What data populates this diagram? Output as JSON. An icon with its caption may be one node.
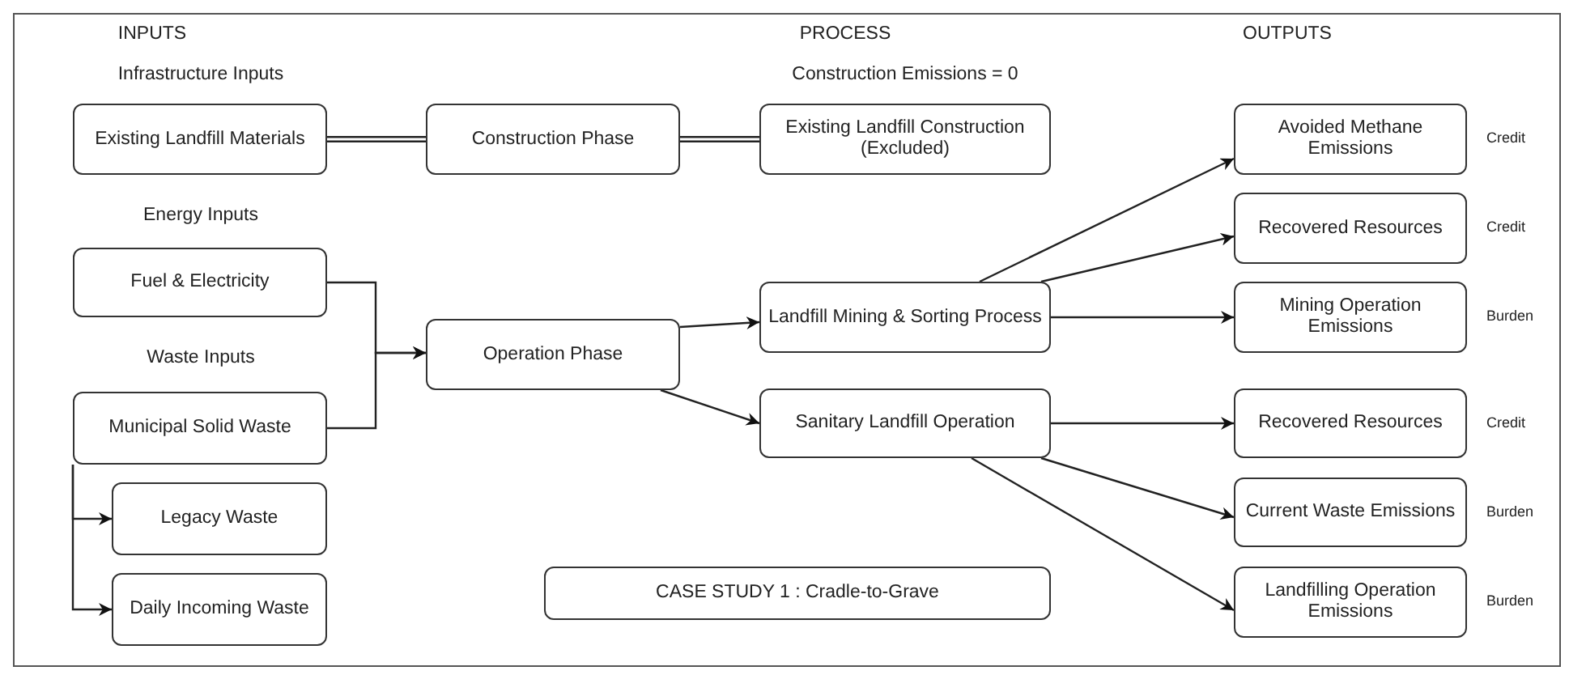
{
  "diagram": {
    "nodes": [
      {
        "text": [
          "Existing Landfill Materials"
        ]
      },
      {
        "text": [
          "Construction Phase"
        ]
      },
      {
        "text": [
          "Existing Landfill Construction (Excluded)"
        ]
      },
      {
        "text": [
          "Fuel & Electricity"
        ]
      },
      {
        "text": [
          "Operation Phase"
        ]
      },
      {
        "text": [
          "Landfill Mining & Sorting Process"
        ]
      },
      {
        "text": [
          "Municipal Solid Waste"
        ]
      },
      {
        "text": [
          "Sanitary Landfill Operation"
        ]
      },
      {
        "text": [
          "Legacy Waste"
        ]
      },
      {
        "text": [
          "Daily Incoming Waste"
        ]
      },
      {
        "text": [
          "CASE STUDY 1 : Cradle-to-Grave"
        ]
      },
      {
        "text": [
          "Avoided Methane Emissions"
        ],
        "beside": [
          "Credit"
        ]
      },
      {
        "text": [
          "Recovered Resources"
        ],
        "beside": [
          "Credit"
        ]
      },
      {
        "text": [
          "Mining Operation Emissions"
        ],
        "beside": [
          "Burden"
        ]
      },
      {
        "text": [
          "Recovered Resources"
        ],
        "beside": [
          "Credit"
        ]
      },
      {
        "text": [
          "Current Waste Emissions"
        ],
        "beside": [
          "Burden"
        ]
      },
      {
        "text": [
          "Landfilling Operation Emissions"
        ],
        "beside": [
          "Burden"
        ]
      }
    ],
    "edges": [
      {
        "from": 0,
        "to": 1,
        "arrow": "none",
        "style": "thick"
      },
      {
        "from": 1,
        "to": 2,
        "arrow": "none",
        "style": "thick"
      },
      {
        "from": 3,
        "to": 4,
        "arrow": "to"
      },
      {
        "from": 6,
        "to": 4,
        "arrow": "to"
      },
      {
        "from": 6,
        "to": 8,
        "arrow": "to"
      },
      {
        "from": 6,
        "to": 9,
        "arrow": "to"
      },
      {
        "from": 4,
        "to": 5,
        "arrow": "to"
      },
      {
        "from": 4,
        "to": 7,
        "arrow": "to"
      },
      {
        "from": 5,
        "to": 11,
        "arrow": "to"
      },
      {
        "from": 5,
        "to": 12,
        "arrow": "to"
      },
      {
        "from": 5,
        "to": 13,
        "arrow": "to"
      },
      {
        "from": 7,
        "to": 14,
        "arrow": "to"
      },
      {
        "from": 7,
        "to": 15,
        "arrow": "to"
      },
      {
        "from": 7,
        "to": 16,
        "arrow": "to"
      }
    ],
    "labels": [
      "INPUTS",
      "PROCESS",
      "OUTPUTS",
      "Infrastructure Inputs",
      "Construction Emissions = 0",
      "Energy Inputs",
      "Waste Inputs"
    ]
  }
}
